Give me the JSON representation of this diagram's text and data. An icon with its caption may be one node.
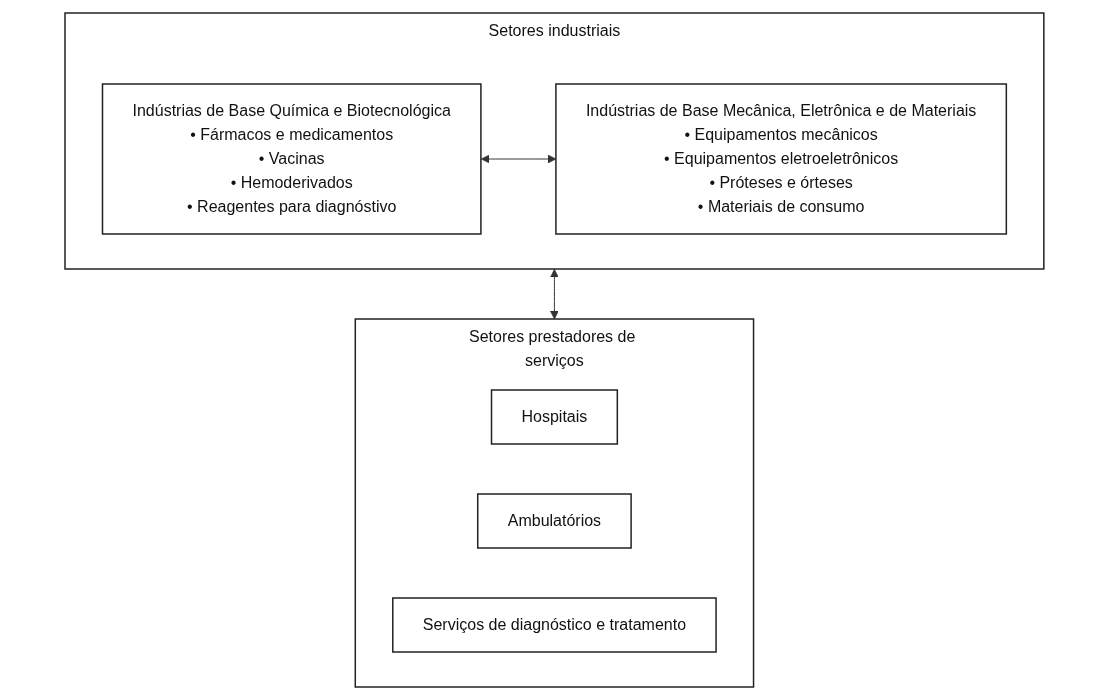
{
  "diagram": {
    "nodes": [
      {
        "text": [
          "Setores industriais"
        ]
      },
      {
        "text": [
          "Indústrias de Base Química e Biotecnológica",
          "• Fármacos e medicamentos",
          "• Vacinas",
          "• Hemoderivados",
          "• Reagentes para diagnóstivo"
        ],
        "in": 0
      },
      {
        "text": [
          "Indústrias de Base Mecânica, Eletrônica e de Materiais",
          "• Equipamentos mecânicos",
          "• Equipamentos eletroeletrônicos",
          "• Próteses e órteses",
          "• Materiais de consumo"
        ],
        "in": 0
      },
      {
        "text": [
          "Setores prestadores de serviços"
        ]
      },
      {
        "text": [
          "Hospitais"
        ],
        "in": 3
      },
      {
        "text": [
          "Ambulatórios"
        ],
        "in": 3
      },
      {
        "text": [
          "Serviços de diagnóstico e tratamento"
        ],
        "in": 3
      }
    ],
    "edges": [
      {
        "from": 1,
        "to": 2,
        "arrow": "both"
      },
      {
        "from": 0,
        "to": 3,
        "arrow": "both"
      }
    ]
  }
}
